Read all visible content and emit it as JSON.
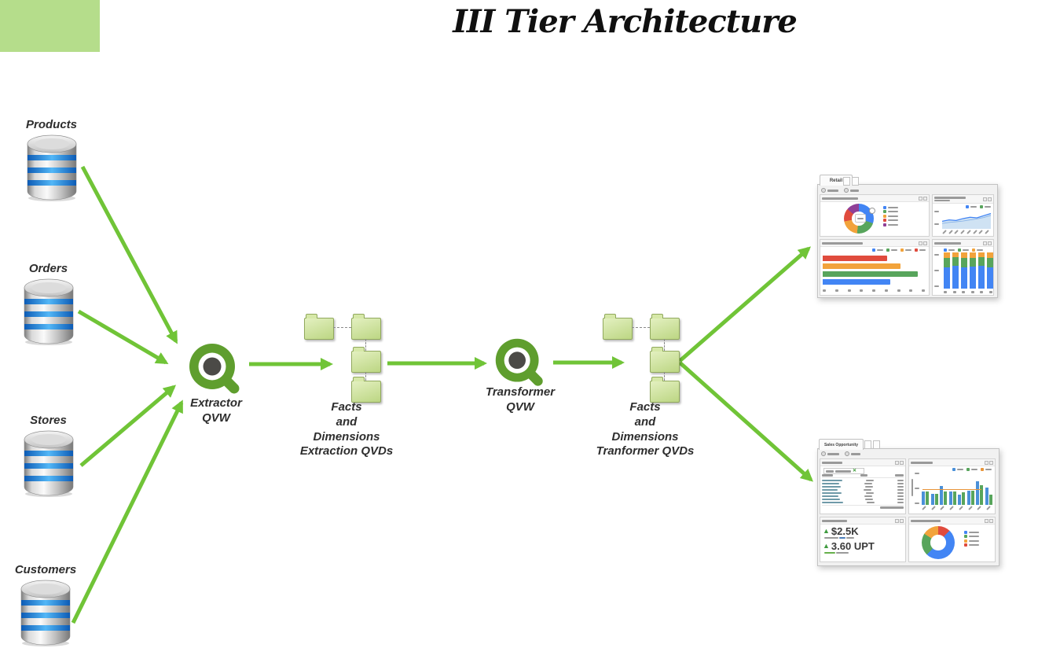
{
  "title": "III Tier Architecture",
  "page": {
    "background": "#ffffff",
    "corner_accent_color": "#b5dd8b"
  },
  "diagram": {
    "arrow_color": "#70c437",
    "qlik_logo_color": "#5f9e2e",
    "databases": [
      {
        "label": "Products"
      },
      {
        "label": "Orders"
      },
      {
        "label": "Stores"
      },
      {
        "label": "Customers"
      }
    ],
    "extractor": {
      "line1": "Extractor",
      "line2": "QVW"
    },
    "transformer": {
      "line1": "Transformer",
      "line2": "QVW"
    },
    "cluster1": {
      "line1": "Facts",
      "line2": "and",
      "line3": "Dimensions",
      "line4": "Extraction QVDs"
    },
    "cluster2": {
      "line1": "Facts",
      "line2": "and",
      "line3": "Dimensions",
      "line4": "Tranformer QVDs"
    }
  },
  "dashboard_top": {
    "tab": "Retail"
  },
  "dashboard_bottom": {
    "tab": "Sales Opportunity",
    "filter_clear_icon": "✕",
    "kpi": [
      {
        "arrow": "▲",
        "value": "$2.5K"
      },
      {
        "arrow": "▲",
        "value": "3.60 UPT"
      }
    ],
    "table": {
      "row_count": 8,
      "col_count": 3
    }
  },
  "chart_data": [
    {
      "id": "retail-contribution-donut",
      "type": "pie",
      "donut": true,
      "values": [
        30,
        22,
        20,
        14,
        14
      ],
      "colors": [
        "#4285f4",
        "#58a55c",
        "#f2a33b",
        "#e04b3d",
        "#8f3f97"
      ],
      "legend": [
        "#4285f4",
        "#58a55c",
        "#f2a33b",
        "#e04b3d",
        "#8f3f97"
      ],
      "legend_position": "right"
    },
    {
      "id": "retail-trend-area",
      "type": "area",
      "values": [
        28,
        33,
        31,
        38,
        43,
        41,
        49,
        57
      ],
      "second_values": [
        20,
        24,
        26,
        29,
        33,
        37,
        42,
        50
      ],
      "ymax": 70,
      "line_color": "#4285f4",
      "second_color": "#8ab4e8",
      "fill_color": "#cfe2f3",
      "legend": [
        "#4285f4",
        "#58a55c"
      ],
      "x_tick_count": 8
    },
    {
      "id": "retail-horizontal-bars",
      "type": "bar",
      "orientation": "horizontal",
      "values": [
        63,
        76,
        93,
        66
      ],
      "colors": [
        "#e04b3d",
        "#f2a33b",
        "#58a55c",
        "#4285f4"
      ],
      "legend": [
        "#4285f4",
        "#58a55c",
        "#f2a33b",
        "#e04b3d"
      ],
      "xlim": [
        0,
        100
      ],
      "x_tick_count": 9
    },
    {
      "id": "retail-stacked-columns",
      "type": "bar",
      "stacked": true,
      "values_per_col": [
        [
          58,
          26,
          16
        ],
        [
          62,
          24,
          14
        ],
        [
          58,
          27,
          15
        ],
        [
          60,
          25,
          15
        ],
        [
          64,
          22,
          14
        ],
        [
          58,
          27,
          15
        ]
      ],
      "colors": [
        "#4285f4",
        "#58a55c",
        "#f2a33b"
      ],
      "legend": [
        "#4285f4",
        "#58a55c",
        "#f2a33b"
      ],
      "x_tick_count": 6
    },
    {
      "id": "sales-grouped-bars",
      "type": "bar",
      "grouped": true,
      "series": [
        {
          "name": "series-blue",
          "color": "#4a90d9",
          "values": [
            40,
            34,
            58,
            40,
            30,
            42,
            72,
            52
          ]
        },
        {
          "name": "series-green",
          "color": "#58a55c",
          "values": [
            40,
            34,
            40,
            40,
            38,
            42,
            60,
            30
          ]
        }
      ],
      "ref_line": 45,
      "ref_color": "#e8953a",
      "legend": [
        "#4a90d9",
        "#58a55c",
        "#e8953a"
      ],
      "x_tick_count": 8
    },
    {
      "id": "sales-mix-donut",
      "type": "pie",
      "donut": true,
      "values": [
        12,
        50,
        22,
        16
      ],
      "colors": [
        "#e04b3d",
        "#4285f4",
        "#58a55c",
        "#f2a33b"
      ],
      "legend": [
        "#4285f4",
        "#58a55c",
        "#f2a33b",
        "#e04b3d"
      ]
    }
  ]
}
